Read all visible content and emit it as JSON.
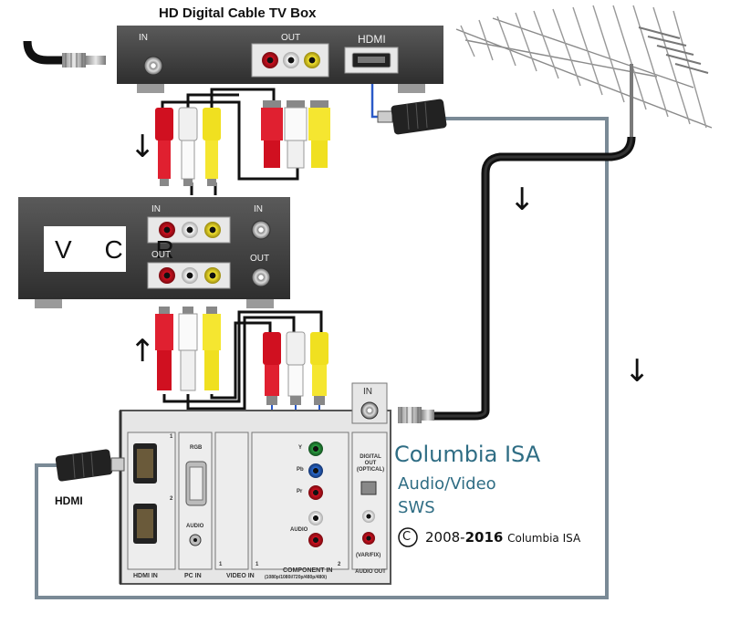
{
  "devices": {
    "cable_box": {
      "title": "HD Digital Cable TV Box",
      "in_label": "IN",
      "out_label": "OUT",
      "hdmi_label": "HDMI"
    },
    "vcr": {
      "title": "V C R",
      "in_label": "IN",
      "out_label": "OUT",
      "rf_in_label": "IN",
      "rf_out_label": "OUT"
    },
    "tv": {
      "rf_in_label": "IN",
      "hdmi_cable_label": "HDMI",
      "panel": {
        "rgb": "RGB",
        "audio": "AUDIO",
        "component_y": "Y",
        "component_pb": "Pb",
        "component_pr": "Pr",
        "component_audio": "AUDIO",
        "digital_out": "DIGITAL OUT (OPTICAL)",
        "audio_out_var": "(VAR/FIX)",
        "hdmi_in": "HDMI IN",
        "pc_in": "PC IN",
        "video_in": "VIDEO IN",
        "component_in": "COMPONENT IN",
        "component_res": "(1080p/1080i/720p/480p/480i)",
        "audio_out": "AUDIO OUT",
        "port_1": "1",
        "port_2": "2"
      }
    }
  },
  "branding": {
    "name": "Columbia ISA",
    "line2": "Audio/Video",
    "line3": "SWS",
    "copyright_symbol": "C",
    "copyright_years_a": "2008-",
    "copyright_years_b": "2016",
    "copyright_owner": "Columbia ISA"
  },
  "arrows": {
    "down_glyph": "↓",
    "up_glyph": "↑"
  },
  "colors": {
    "device_body": "#3d3d3d",
    "device_panel": "#e8e8e8",
    "rca_red": "#d01020",
    "rca_white": "#f2f2f2",
    "rca_yellow": "#f0e020",
    "component_green": "#2aa040",
    "component_blue": "#2a6ad0",
    "coax_black": "#111111",
    "hdmi_wire_blue": "#2a5ac8",
    "hdmi_gray_wire": "#7a8a96",
    "brand_text": "#2f6d84"
  }
}
